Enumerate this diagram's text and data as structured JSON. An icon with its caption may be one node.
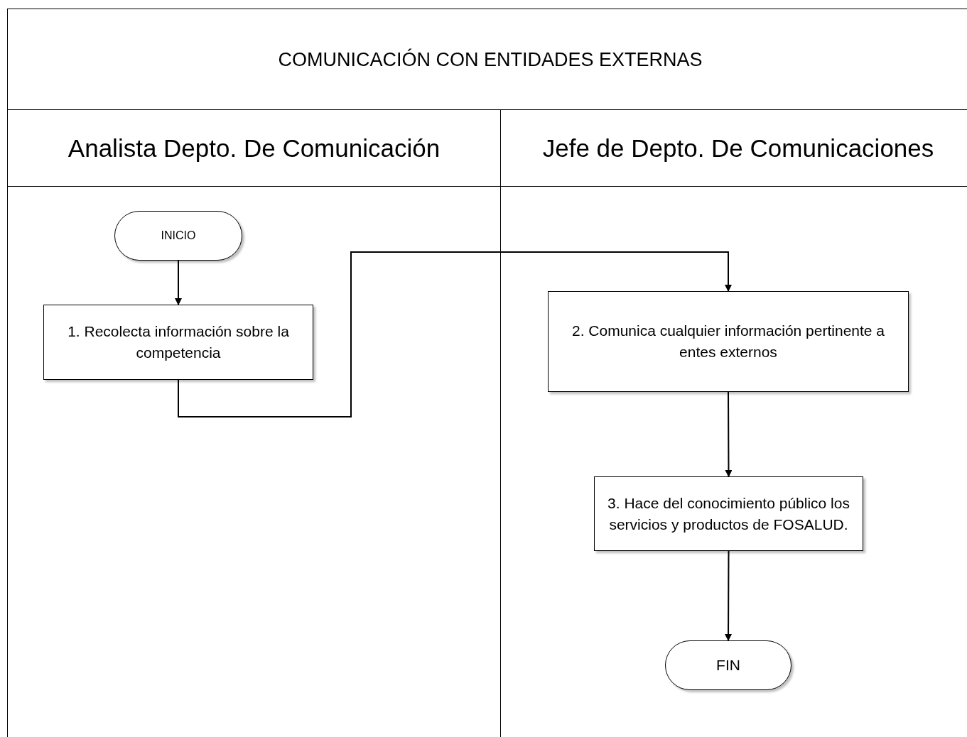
{
  "diagram": {
    "title": "COMUNICACIÓN CON ENTIDADES EXTERNAS",
    "nodes": [
      {
        "text": [
          "Analista Depto. De Comunicación"
        ]
      },
      {
        "text": [
          "Jefe de Depto. De Comunicaciones"
        ]
      },
      {
        "text": [
          "INICIO"
        ],
        "in": 0
      },
      {
        "text": [
          "1. Recolecta información sobre la competencia"
        ],
        "in": 0
      },
      {
        "text": [
          "2. Comunica cualquier información pertinente a entes externos"
        ],
        "in": 1
      },
      {
        "text": [
          "3. Hace del conocimiento público los servicios y productos de FOSALUD."
        ],
        "in": 1
      },
      {
        "text": [
          "FIN"
        ],
        "in": 1
      }
    ],
    "edges": [
      {
        "from": 2,
        "to": 3,
        "arrow": "to"
      },
      {
        "from": 3,
        "to": 4,
        "arrow": "to"
      },
      {
        "from": 4,
        "to": 5,
        "arrow": "to"
      },
      {
        "from": 5,
        "to": 6,
        "arrow": "to"
      }
    ]
  }
}
